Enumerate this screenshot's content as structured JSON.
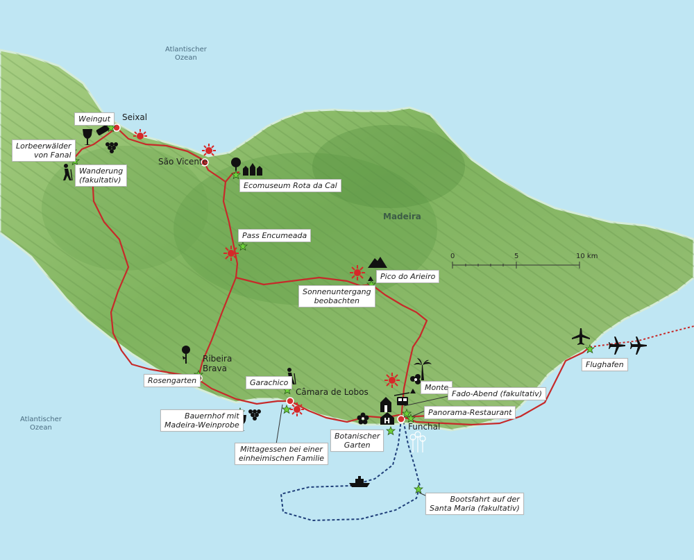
{
  "map": {
    "island_name": "Madeira",
    "ocean_north": [
      "Atlantischer",
      "Ozean"
    ],
    "ocean_west": [
      "Atlantischer",
      "Ozean"
    ],
    "colors": {
      "sea": "#bfe6f3",
      "land": "#8cbf6a",
      "route": "#c62a2a",
      "boat_route": "#1f3f7a",
      "star": "#6fd13a"
    }
  },
  "places": {
    "seixal": "Seixal",
    "sao_vicente": "São Vicente",
    "ribeira_brava_1": "Ribeira",
    "ribeira_brava_2": "Brava",
    "camara_de_lobos": "Câmara de Lobos",
    "funchal": "Funchal"
  },
  "labels": {
    "weingut": "Weingut",
    "lorbeer_1": "Lorbeerwälder",
    "lorbeer_2": "von Fanal",
    "wanderung_1": "Wanderung",
    "wanderung_2": "(fakultativ)",
    "ecomuseum": "Ecomuseum Rota da Cal",
    "pass": "Pass Encumeada",
    "pico": "Pico do Arieiro",
    "sonnen_1": "Sonnenuntergang",
    "sonnen_2": "beobachten",
    "rosengarten": "Rosengarten",
    "garachico": "Garachico",
    "bauernhof_1": "Bauernhof mit",
    "bauernhof_2": "Madeira-Weinprobe",
    "mittag_1": "Mittagessen bei einer",
    "mittag_2": "einheimischen Familie",
    "botanisch_1": "Botanischer",
    "botanisch_2": "Garten",
    "monte": "Monte",
    "fado": "Fado-Abend (fakultativ)",
    "panorama": "Panorama-Restaurant",
    "flughafen": "Flughafen",
    "boot_1": "Bootsfahrt auf der",
    "boot_2": "Santa Maria (fakultativ)"
  },
  "scale": {
    "ticks": [
      "0",
      "5",
      "10 km"
    ],
    "max_km": 10
  },
  "icons": [
    "hiker-icon",
    "wine-glass-icon",
    "grapes-icon",
    "sun-icon",
    "castle-icon",
    "mountain-icon",
    "rose-icon",
    "flower-icon",
    "palm-icon",
    "cable-car-icon",
    "church-icon",
    "hotel-icon",
    "plane-icon",
    "ship-icon",
    "star-icon"
  ]
}
